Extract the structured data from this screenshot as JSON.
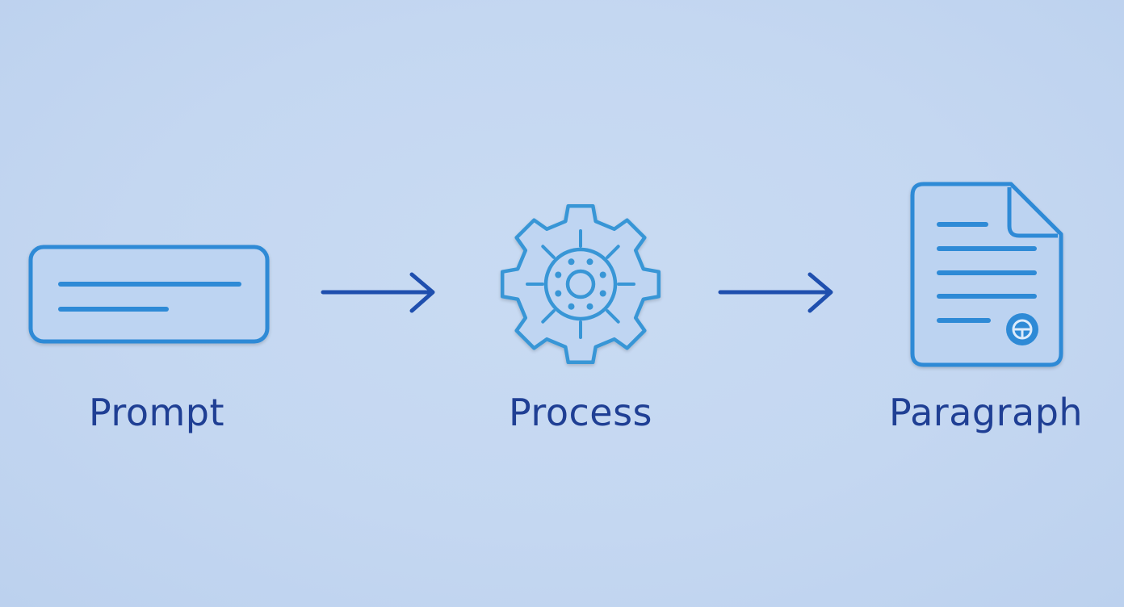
{
  "steps": [
    {
      "label": "Prompt",
      "icon": "text-box-icon"
    },
    {
      "label": "Process",
      "icon": "gear-icon"
    },
    {
      "label": "Paragraph",
      "icon": "document-icon"
    }
  ],
  "connectors": [
    "arrow-right-icon",
    "arrow-right-icon"
  ],
  "colors": {
    "background": "#c6d9f2",
    "icon_stroke": "#2f8ad6",
    "icon_fill": "#bcd3f1",
    "arrow": "#1f4fae",
    "label_text": "#1f3f94"
  }
}
